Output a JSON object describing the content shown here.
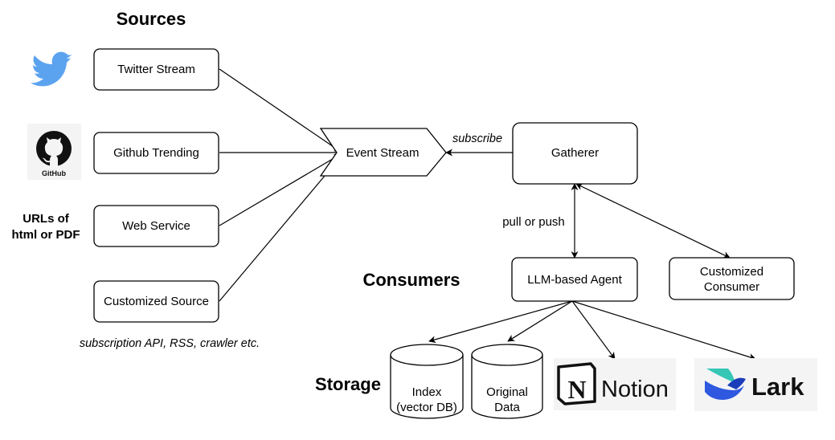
{
  "headings": {
    "sources": "Sources",
    "consumers": "Consumers",
    "storage": "Storage"
  },
  "sources": {
    "twitter": "Twitter Stream",
    "github": "Github Trending",
    "web": "Web Service",
    "custom": "Customized Source"
  },
  "urls_label": {
    "line1": "URLs of",
    "line2": "html or PDF"
  },
  "subscription_note": "subscription API, RSS, crawler etc.",
  "event_stream": "Event Stream",
  "gatherer": "Gatherer",
  "edge_labels": {
    "subscribe": "subscribe",
    "pull_or_push": "pull or push"
  },
  "agent": "LLM-based Agent",
  "custom_consumer": {
    "line1": "Customized",
    "line2": "Consumer"
  },
  "storage_items": {
    "index": {
      "line1": "Index",
      "line2": "(vector DB)"
    },
    "original": {
      "line1": "Original",
      "line2": "Data"
    }
  },
  "logos": {
    "github_wordmark": "GitHub",
    "notion_wordmark": "Notion",
    "notion_mark": "N",
    "lark_wordmark": "Lark"
  },
  "icons": {
    "twitter": "twitter-bird-icon",
    "github": "github-octocat-icon",
    "notion": "notion-logo-icon",
    "lark": "lark-logo-icon"
  },
  "colors": {
    "twitter_blue": "#5BA3EF",
    "lark_teal": "#35C6B6",
    "lark_blue": "#2E58E0",
    "lark_navy": "#1B3DBA",
    "logo_tile_bg": "#F4F4F4"
  }
}
